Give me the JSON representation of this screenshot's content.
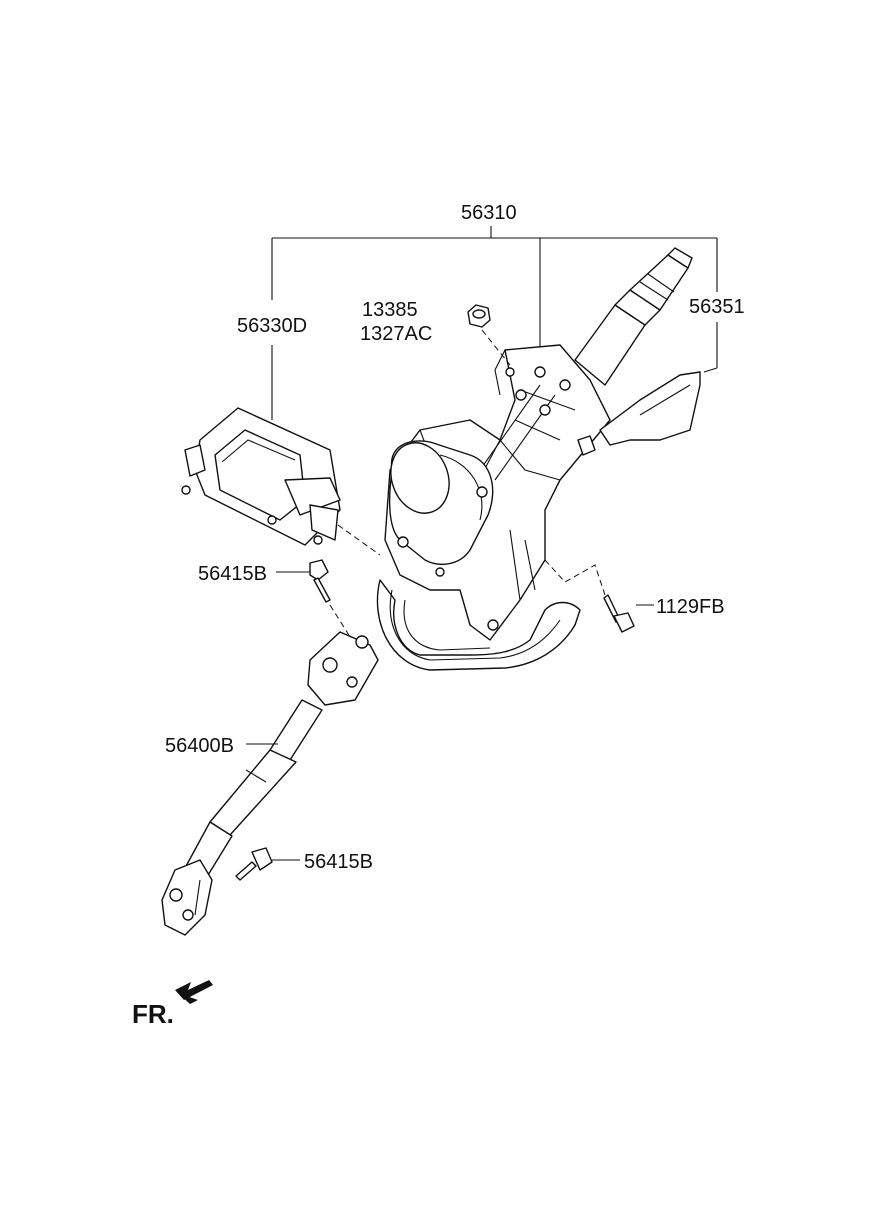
{
  "labels": {
    "assembly": "56310",
    "module": "56330D",
    "nut_1": "13385",
    "nut_2": "1327AC",
    "cover": "56351",
    "bolt_upper": "56415B",
    "bolt_right": "1129FB",
    "shaft": "56400B",
    "bolt_lower": "56415B",
    "direction": "FR."
  },
  "colors": {
    "line": "#111111",
    "background": "#ffffff"
  },
  "icons": {
    "direction_arrow": "arrow-down-left-icon"
  }
}
